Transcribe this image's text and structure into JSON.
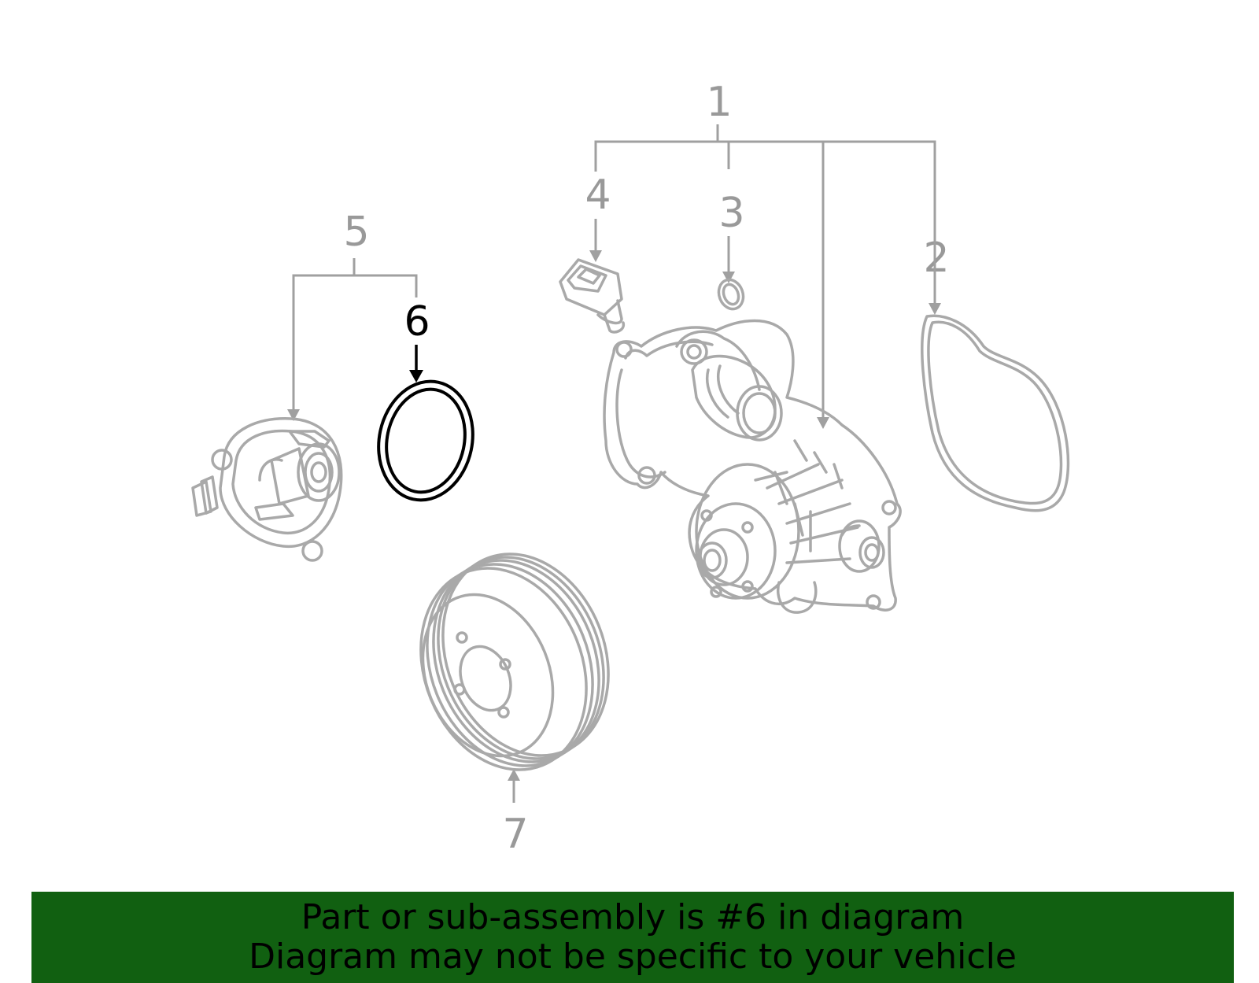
{
  "diagram": {
    "callouts": [
      {
        "number": "1",
        "highlighted": false
      },
      {
        "number": "2",
        "highlighted": false
      },
      {
        "number": "3",
        "highlighted": false
      },
      {
        "number": "4",
        "highlighted": false
      },
      {
        "number": "5",
        "highlighted": false
      },
      {
        "number": "6",
        "highlighted": true
      },
      {
        "number": "7",
        "highlighted": false
      }
    ],
    "colors": {
      "part_stroke": "#a9a9a9",
      "label_gray": "#999999",
      "highlight": "#000000"
    }
  },
  "banner": {
    "line1": "Part or sub-assembly is #6 in diagram",
    "line2": "Diagram may not be specific to your vehicle",
    "background": "#116011"
  }
}
